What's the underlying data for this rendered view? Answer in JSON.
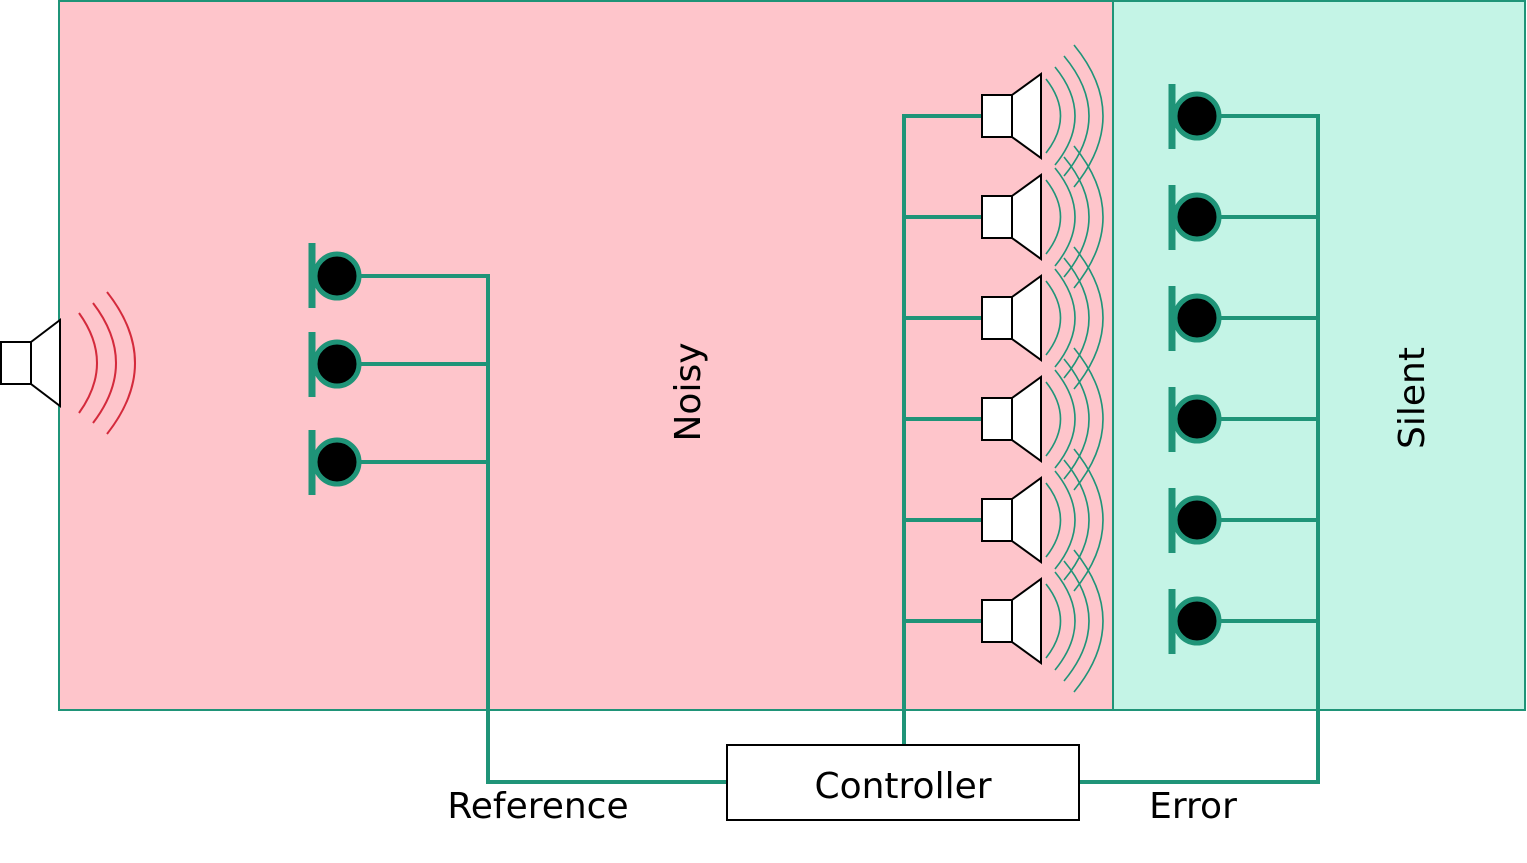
{
  "zones": {
    "noisy": {
      "label": "Noisy",
      "color": "#fec5cb"
    },
    "silent": {
      "label": "Silent",
      "color": "#c4f4e6"
    }
  },
  "controller": {
    "label": "Controller"
  },
  "signals": {
    "reference": "Reference",
    "error": "Error"
  },
  "colors": {
    "wire": "#1f9478",
    "noise_wave": "#d42a3c",
    "mic_head": "#000000"
  },
  "components": {
    "noise_source": "speaker-icon",
    "reference_mics": 3,
    "control_speakers": 6,
    "error_mics": 6
  }
}
